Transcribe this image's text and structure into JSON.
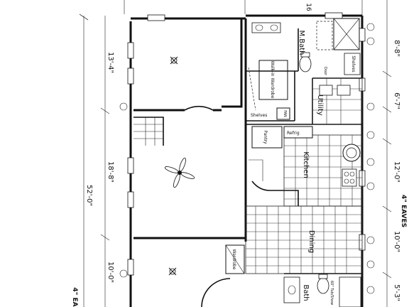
{
  "left_dims": {
    "d1": "13'-4\"",
    "d2": "18'-8\"",
    "d3": "10'-0\"",
    "total": "52'-0\""
  },
  "right_dims": {
    "d1": "8'-8\"",
    "d2": "6'-7\"",
    "d3": "12'-0\"",
    "d4": "10'-0\"",
    "d5": "5'-3\""
  },
  "eaves_right": "4\" EAVES",
  "eaves_bottom": "4\" EA",
  "top_dim": "16",
  "rooms": {
    "mbath": "M.Bath",
    "utility": "Utility",
    "kitchen": "Kitchen",
    "dining": "Dining",
    "bath": "Bath",
    "walkin_wardrobe": "Walk-in Wardrobe",
    "shelves": "Shelves",
    "shelves2": "Shelves",
    "pantry": "Pantry",
    "refrig": "Refrig",
    "wardrobe": "Wardrobe",
    "tub_shower": "60\" Tub/Show",
    "door": "Door",
    "fan": "FAN"
  },
  "icons": [
    "ceiling-fan-icon",
    "light-fixture-icon",
    "toilet-icon",
    "sink-icon",
    "range-icon",
    "water-heater-icon"
  ]
}
